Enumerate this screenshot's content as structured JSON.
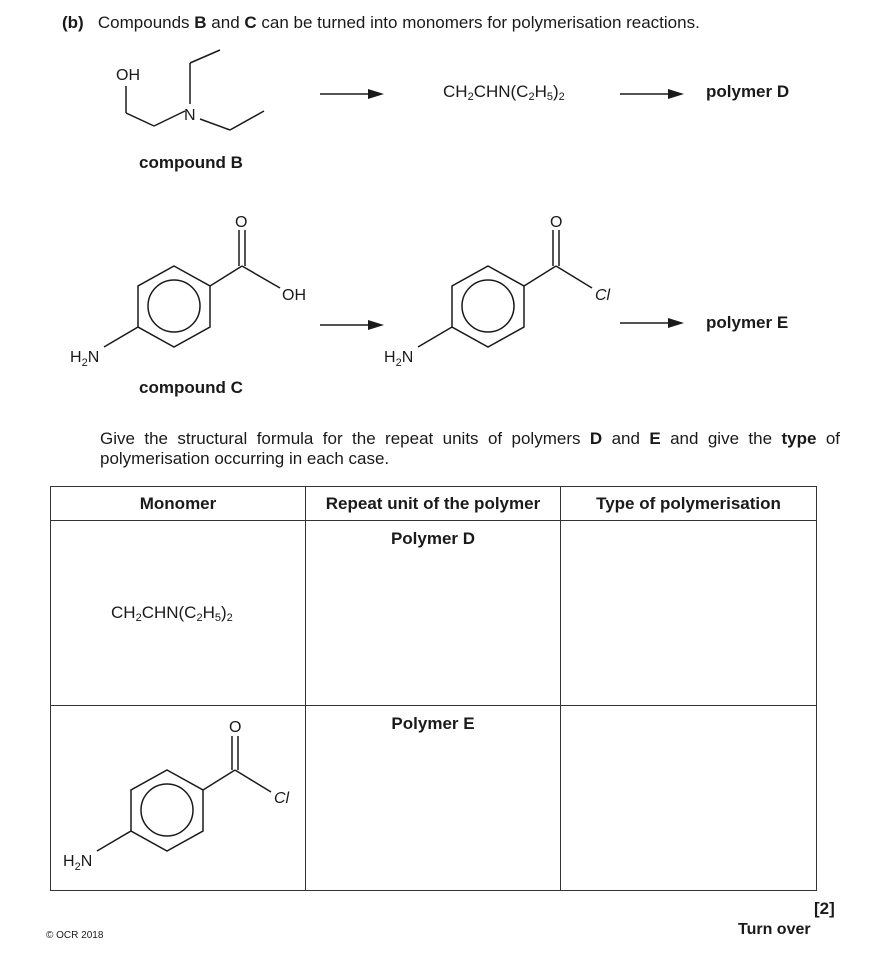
{
  "question": {
    "label": "(b)",
    "intro_parts": [
      "Compounds ",
      "B",
      " and ",
      "C",
      " can be turned into monomers for polymerisation reactions."
    ]
  },
  "scheme_row1": {
    "compound_label": "compound B",
    "oh": "OH",
    "n": "N",
    "monomer_formula": {
      "a": "CH",
      "s1": "2",
      "b": "CHN(C",
      "s2": "2",
      "c": "H",
      "s3": "5",
      "d": ")",
      "s4": "2"
    },
    "product": "polymer D"
  },
  "scheme_row2": {
    "compound_label": "compound C",
    "o": "O",
    "oh": "OH",
    "cl": "Cl",
    "h2n": {
      "h": "H",
      "sub": "2",
      "n": "N"
    },
    "product": "polymer E"
  },
  "instruction_parts": [
    "Give the structural formula for the repeat units of polymers ",
    "D",
    " and ",
    "E",
    " and give the ",
    "type",
    " of polymerisation occurring in each case."
  ],
  "table": {
    "headers": [
      "Monomer",
      "Repeat unit of the polymer",
      "Type of polymerisation"
    ],
    "row1": {
      "monomer_formula": {
        "a": "CH",
        "s1": "2",
        "b": "CHN(C",
        "s2": "2",
        "c": "H",
        "s3": "5",
        "d": ")",
        "s4": "2"
      },
      "title": "Polymer D"
    },
    "row2": {
      "o": "O",
      "cl": "Cl",
      "h2n": {
        "h": "H",
        "sub": "2",
        "n": "N"
      },
      "title": "Polymer E"
    }
  },
  "footer": {
    "marks": "[2]",
    "copyright": "© OCR 2018",
    "turn_over": "Turn over"
  }
}
